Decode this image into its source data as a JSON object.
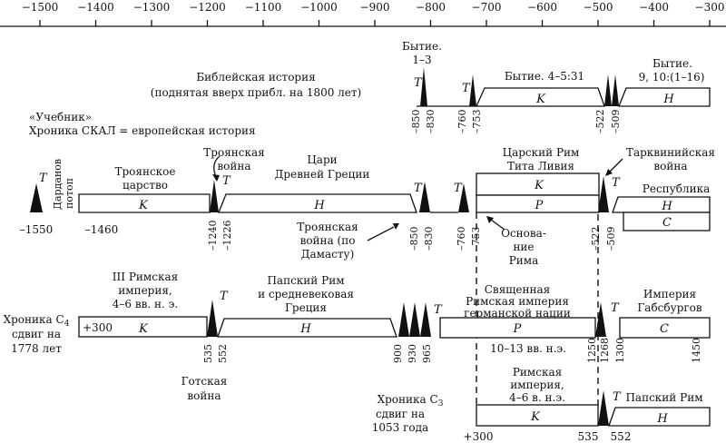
{
  "axis_ticks": [
    "-1500",
    "-1400",
    "-1300",
    "-1200",
    "-1100",
    "-1000",
    "-900",
    "-800",
    "-700",
    "-600",
    "-500",
    "-400",
    "-300"
  ],
  "letters": {
    "T": "T",
    "K": "K",
    "H": "H",
    "P": "P",
    "C": "C"
  },
  "row1": {
    "label1": "Библейская история",
    "label2": "(поднятая вверх прибл. на 1800 лет)",
    "genesis13_a": "Бытие.",
    "genesis13_b": "1–3",
    "genesis4": "Бытие. 4–5:31",
    "genesis9_a": "Бытие.",
    "genesis9_b": "9, 10:(1–16)",
    "dates": [
      "–850",
      "–830",
      "–760",
      "–753",
      "–522",
      "–509"
    ]
  },
  "left_labels": {
    "textbook": "«Учебник»",
    "chronicle": "Хроника СКАЛ = европейская история"
  },
  "row2": {
    "dardan_a": "Дарданов",
    "dardan_b": "потоп",
    "troy_kingdom_a": "Троянское",
    "troy_kingdom_b": "царство",
    "trojan_war_a": "Троянская",
    "trojan_war_b": "война",
    "kings_a": "Цари",
    "kings_b": "Древней Греции",
    "royal_rome_a": "Царский Рим",
    "royal_rome_b": "Тита Ливия",
    "tarquin_a": "Тарквинийская",
    "tarquin_b": "война",
    "republic": "Республика",
    "trojan_dares_a": "Троянская",
    "trojan_dares_b": "война (по",
    "trojan_dares_c": "Дамасту)",
    "founding_a": "Основа-",
    "founding_b": "ние",
    "founding_c": "Рима",
    "d_1550": "–1550",
    "d_1460": "–1460",
    "rot_dates": [
      "–1240",
      "–1226",
      "–850",
      "–830",
      "–760",
      "–753",
      "–522",
      "–509"
    ]
  },
  "row3": {
    "chronicle_a": "Хроника С",
    "chronicle_sub": "4",
    "chronicle_b": "сдвиг на",
    "chronicle_c": "1778 лет",
    "third_rome_a": "III Римская",
    "third_rome_b": "империя,",
    "third_rome_c": "4–6 вв. н. э.",
    "plus300": "+300",
    "papal_a": "Папский Рим",
    "papal_b": "и средневековая",
    "papal_c": "Греция",
    "hre_a": "Священная",
    "hre_b": "Римская империя",
    "hre_c": "германской нации",
    "habsburg_a": "Империя",
    "habsburg_b": "Габсбургов",
    "centuries": "10–13 вв. н.э.",
    "gothic_a": "Готская",
    "gothic_b": "война",
    "rot_dates": [
      "535",
      "552",
      "900",
      "930",
      "965",
      "1250",
      "1268",
      "1300",
      "1450"
    ]
  },
  "row4": {
    "chronicle_a": "Хроника С",
    "chronicle_sub": "3",
    "chronicle_b": "сдвиг на",
    "chronicle_c": "1053 года",
    "roman_a": "Римская",
    "roman_b": "империя,",
    "roman_c": "4–6 в. н.э.",
    "papal": "Папский Рим",
    "d_300": "+300",
    "d_535": "535",
    "d_552": "552"
  }
}
